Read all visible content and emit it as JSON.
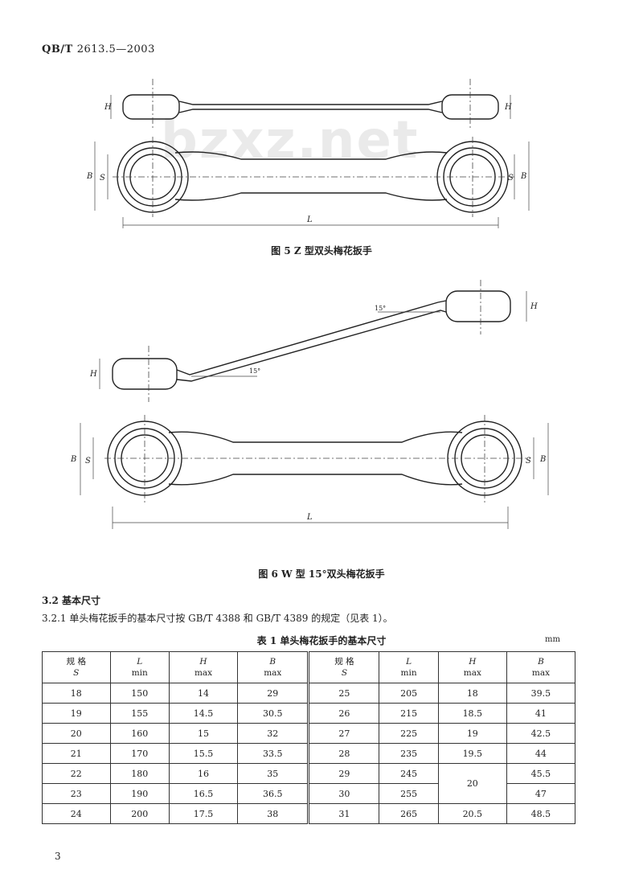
{
  "header": {
    "code": "QB/T",
    "number": "2613.5—2003"
  },
  "watermark": "bzxz.net",
  "figures": {
    "fig5": {
      "caption": "图 5   Z 型双头梅花扳手",
      "labels": {
        "h": "H",
        "b": "B",
        "s": "S",
        "l": "L"
      }
    },
    "fig6": {
      "caption": "图 6   W 型 15°双头梅花扳手",
      "angle": "15°",
      "labels": {
        "h": "H",
        "b": "B",
        "s": "S",
        "l": "L"
      }
    }
  },
  "section": {
    "heading": "3.2   基本尺寸",
    "text": "3.2.1   单头梅花扳手的基本尺寸按 GB/T 4388 和 GB/T 4389 的规定（见表 1）。"
  },
  "table": {
    "caption": "表 1   单头梅花扳手的基本尺寸",
    "unit": "mm",
    "headers": [
      {
        "top": "规 格",
        "bottom": "S"
      },
      {
        "top": "L",
        "bottom": "min"
      },
      {
        "top": "H",
        "bottom": "max"
      },
      {
        "top": "B",
        "bottom": "max"
      },
      {
        "top": "规 格",
        "bottom": "S"
      },
      {
        "top": "L",
        "bottom": "min"
      },
      {
        "top": "H",
        "bottom": "max"
      },
      {
        "top": "B",
        "bottom": "max"
      }
    ],
    "rows": [
      [
        "18",
        "150",
        "14",
        "29",
        "25",
        "205",
        "18",
        "39.5"
      ],
      [
        "19",
        "155",
        "14.5",
        "30.5",
        "26",
        "215",
        "18.5",
        "41"
      ],
      [
        "20",
        "160",
        "15",
        "32",
        "27",
        "225",
        "19",
        "42.5"
      ],
      [
        "21",
        "170",
        "15.5",
        "33.5",
        "28",
        "235",
        "19.5",
        "44"
      ],
      [
        "22",
        "180",
        "16",
        "35",
        "29",
        "245",
        "20",
        "45.5"
      ],
      [
        "23",
        "190",
        "16.5",
        "36.5",
        "30",
        "255",
        "",
        "47"
      ],
      [
        "24",
        "200",
        "17.5",
        "38",
        "31",
        "265",
        "20.5",
        "48.5"
      ]
    ]
  },
  "page_number": "3"
}
